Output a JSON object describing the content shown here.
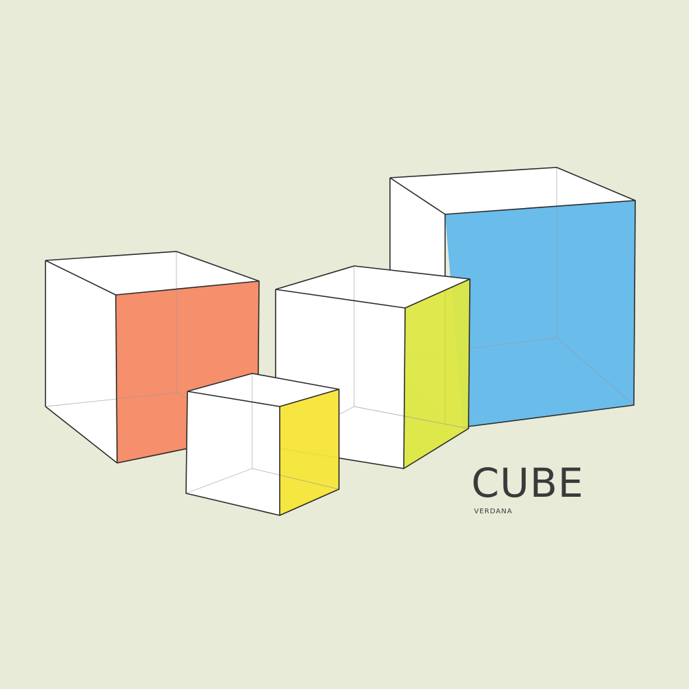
{
  "title": "CUBE",
  "subtitle": "VERDANA",
  "colors": {
    "background": "#e8ebd8",
    "orange_face": "#f68a66",
    "blue_face": "#5eb7ec",
    "lime_face": "#dde843",
    "yellow_face": "#f7e53a",
    "ink": "#2b2b2b"
  },
  "cubes": [
    {
      "name": "orange-cube",
      "fill": "orange"
    },
    {
      "name": "lime-cube",
      "fill": "lime"
    },
    {
      "name": "blue-cube",
      "fill": "blue"
    },
    {
      "name": "yellow-cube",
      "fill": "yellow"
    }
  ]
}
